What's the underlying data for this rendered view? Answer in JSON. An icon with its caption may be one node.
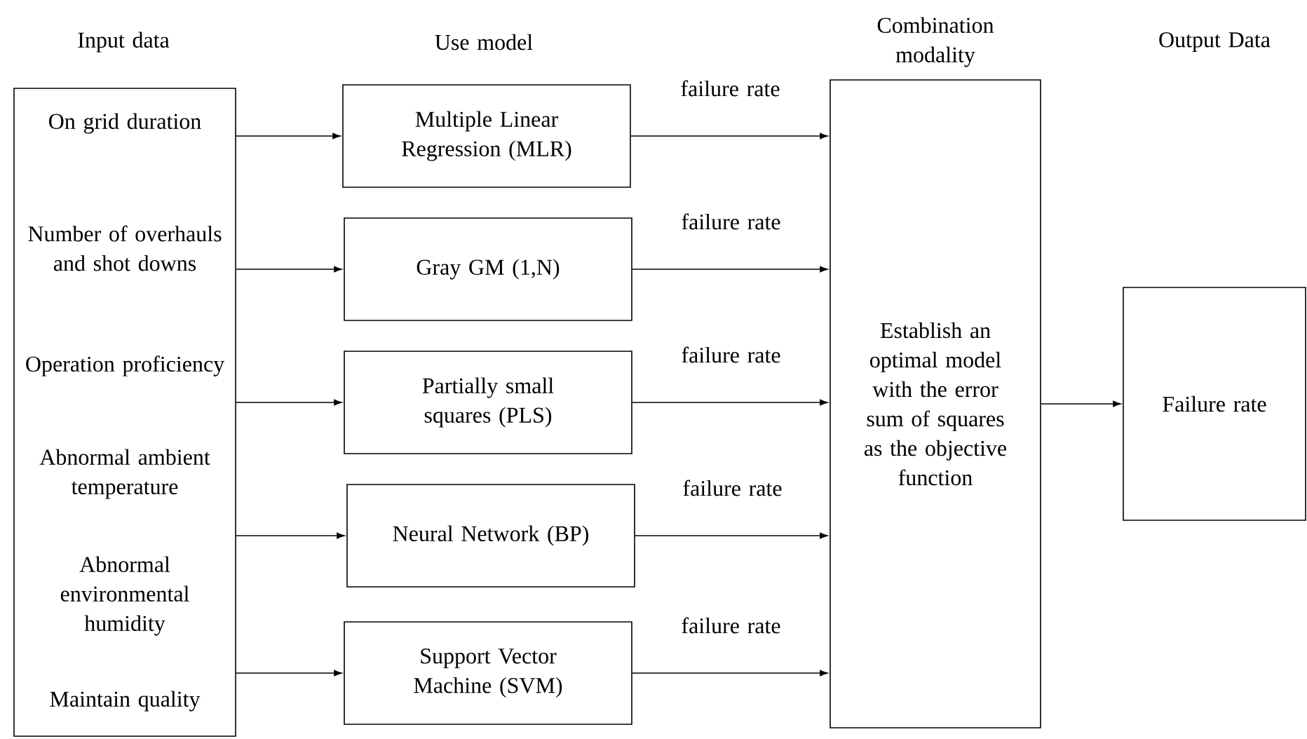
{
  "diagram": {
    "nodes": [
      {
        "text": [
          "On grid duration",
          "Number of overhauls and shot downs",
          "Operation proficiency",
          "Abnormal ambient temperature",
          "Abnormal environmental humidity",
          "Maintain quality"
        ]
      },
      {
        "text": [
          "Multiple Linear Regression (MLR)"
        ]
      },
      {
        "text": [
          "Gray GM (1,N)"
        ]
      },
      {
        "text": [
          "Partially small squares (PLS)"
        ]
      },
      {
        "text": [
          "Neural Network (BP)"
        ]
      },
      {
        "text": [
          "Support Vector Machine (SVM)"
        ]
      },
      {
        "text": [
          "Establish an optimal model with the error sum of squares as the objective function"
        ]
      },
      {
        "text": [
          "Failure rate"
        ]
      }
    ],
    "edges": [
      {
        "from": 0,
        "to": 1,
        "arrow": "to"
      },
      {
        "from": 0,
        "to": 2,
        "arrow": "to"
      },
      {
        "from": 0,
        "to": 3,
        "arrow": "to"
      },
      {
        "from": 0,
        "to": 4,
        "arrow": "to"
      },
      {
        "from": 0,
        "to": 5,
        "arrow": "to"
      },
      {
        "from": 1,
        "to": 6,
        "arrow": "to",
        "label": "failure rate"
      },
      {
        "from": 2,
        "to": 6,
        "arrow": "to",
        "label": "failure rate"
      },
      {
        "from": 3,
        "to": 6,
        "arrow": "to",
        "label": "failure rate"
      },
      {
        "from": 4,
        "to": 6,
        "arrow": "to",
        "label": "failure rate"
      },
      {
        "from": 5,
        "to": 6,
        "arrow": "to",
        "label": "failure rate"
      },
      {
        "from": 6,
        "to": 7,
        "arrow": "to"
      }
    ],
    "labels": [
      "Input data",
      "Use model",
      "Combination modality",
      "Output Data"
    ]
  }
}
